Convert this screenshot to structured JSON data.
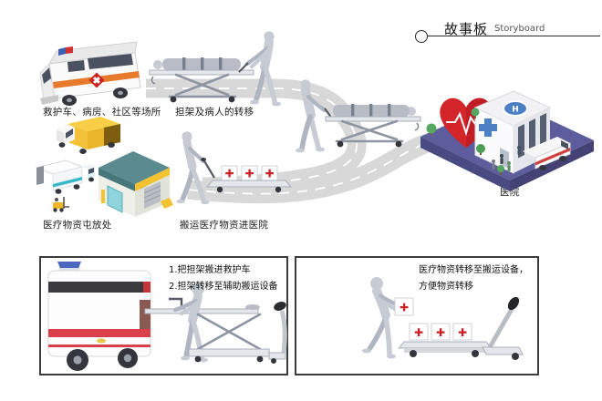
{
  "header": {
    "title": "故事板",
    "subtitle": "Storyboard"
  },
  "captions": {
    "ambulance": "救护车、病房、社区等场所",
    "stretcher_transfer": "担架及病人的转移",
    "supply_depot": "医疗物资屯放处",
    "carry_supplies": "搬运医疗物资进医院",
    "hospital": "医院"
  },
  "panels": {
    "left": {
      "line1": "1.把担架搬进救护车",
      "line2": "2.担架转移至辅助搬运设备"
    },
    "right": {
      "line1": "医疗物资转移至搬运设备，",
      "line2": "方便物资转移"
    }
  },
  "icons": {
    "medical_cross": "✚",
    "helipad_letter": "H"
  },
  "colors": {
    "road_gray": "#d8d8d8",
    "platform_purple": "#5d5d9e",
    "heart_red": "#d4252b",
    "cross_red": "#cc2026",
    "ambulance_stripe_orange": "#e87a2e",
    "warehouse_roof_teal": "#5b8a8f",
    "sign_yellow": "#f2c230",
    "hospital_blue": "#4d7fc4"
  }
}
